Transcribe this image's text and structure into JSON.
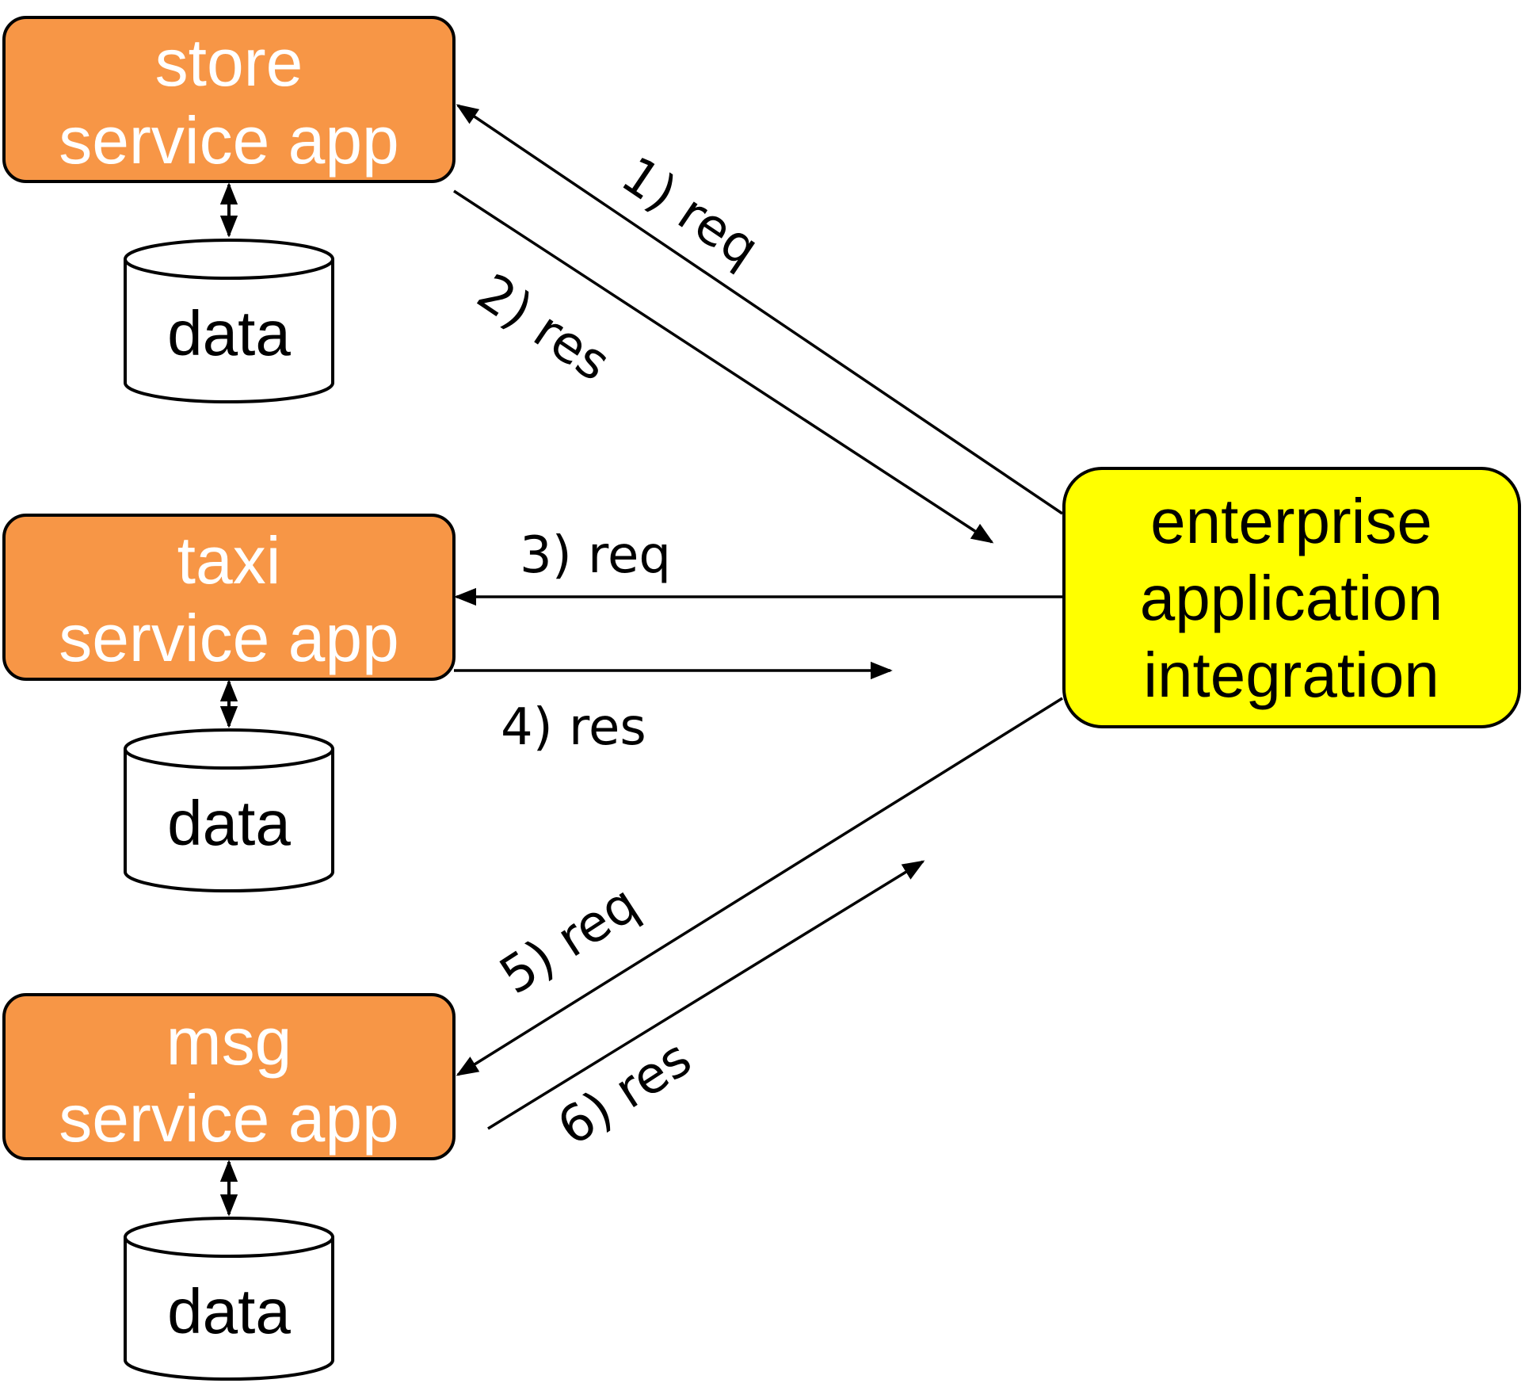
{
  "colors": {
    "app_fill": "#F79646",
    "eai_fill": "#FFFF00",
    "stroke": "#000000",
    "app_text": "#FFFFFF"
  },
  "apps": [
    {
      "line1": "store",
      "line2": "service app",
      "db_label": "data"
    },
    {
      "line1": "taxi",
      "line2": "service app",
      "db_label": "data"
    },
    {
      "line1": "msg",
      "line2": "service app",
      "db_label": "data"
    }
  ],
  "eai": {
    "lines": [
      "enterprise",
      "application",
      "integration"
    ]
  },
  "flows": [
    {
      "label": "1) req"
    },
    {
      "label": "2) res"
    },
    {
      "label": "3) req"
    },
    {
      "label": "4) res"
    },
    {
      "label": "5) req"
    },
    {
      "label": "6) res"
    }
  ]
}
